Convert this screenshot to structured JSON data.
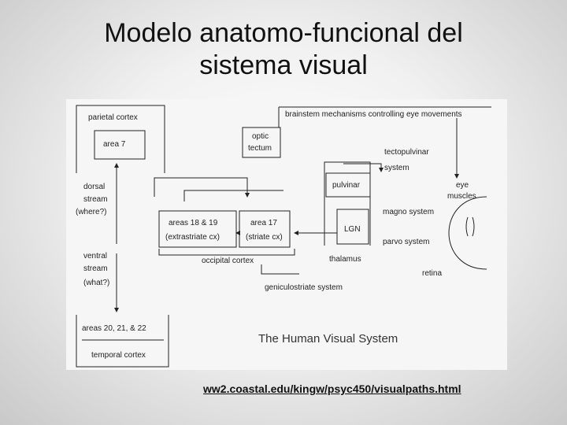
{
  "title": {
    "line1": "Modelo anatomo-funcional del",
    "line2": "sistema visual"
  },
  "diagram": {
    "caption": "The Human Visual System",
    "labels": {
      "parietal_cortex": "parietal cortex",
      "area7": "area 7",
      "brainstem": "brainstem mechanisms controlling eye movements",
      "optic": "optic",
      "tectum": "tectum",
      "tectopulvinar": "tectopulvinar",
      "system": "system",
      "pulvinar": "pulvinar",
      "eye": "eye",
      "muscles": "muscles",
      "dorsal": "dorsal",
      "stream1": "stream",
      "where": "(where?)",
      "areas1819": "areas 18 & 19",
      "extrastriate": "(extrastriate cx)",
      "area17": "area 17",
      "striate": "(striate cx)",
      "lgn": "LGN",
      "magno": "magno system",
      "parvo": "parvo system",
      "occipital": "occipital cortex",
      "thalamus": "thalamus",
      "ventral": "ventral",
      "stream2": "stream",
      "what": "(what?)",
      "retina": "retina",
      "geniculostriate": "geniculostriate system",
      "areas202122": "areas 20, 21, & 22",
      "temporal": "temporal cortex"
    }
  },
  "source_link": "ww2.coastal.edu/kingw/psyc450/visualpaths.html"
}
